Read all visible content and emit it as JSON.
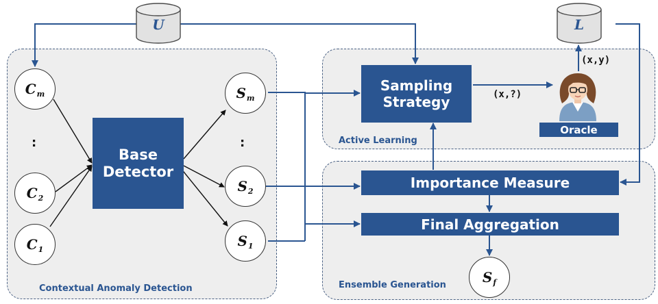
{
  "regions": {
    "contextual": "Contextual Anomaly Detection",
    "active": "Active Learning",
    "ensemble": "Ensemble Generation"
  },
  "nodes": {
    "cm": {
      "base": "C",
      "sub": "m"
    },
    "c2": {
      "base": "C",
      "sub": "2"
    },
    "c1": {
      "base": "C",
      "sub": "1"
    },
    "sm": {
      "base": "S",
      "sub": "m"
    },
    "s2": {
      "base": "S",
      "sub": "2"
    },
    "s1": {
      "base": "S",
      "sub": "1"
    },
    "sf": {
      "base": "S",
      "sub": "f"
    }
  },
  "ellipsis": ":",
  "boxes": {
    "base_detector": "Base Detector",
    "sampling_strategy": "Sampling Strategy",
    "oracle": "Oracle",
    "importance_measure": "Importance Measure",
    "final_aggregation": "Final Aggregation"
  },
  "databases": {
    "unlabeled": "U",
    "labeled": "L"
  },
  "edge_labels": {
    "query": "(x,?)",
    "answer": "(x,y)"
  },
  "colors": {
    "accent": "#2a5591",
    "region_fill": "#eeeeee",
    "region_border": "#4a6184",
    "db_fill": "#e2e2e2"
  }
}
